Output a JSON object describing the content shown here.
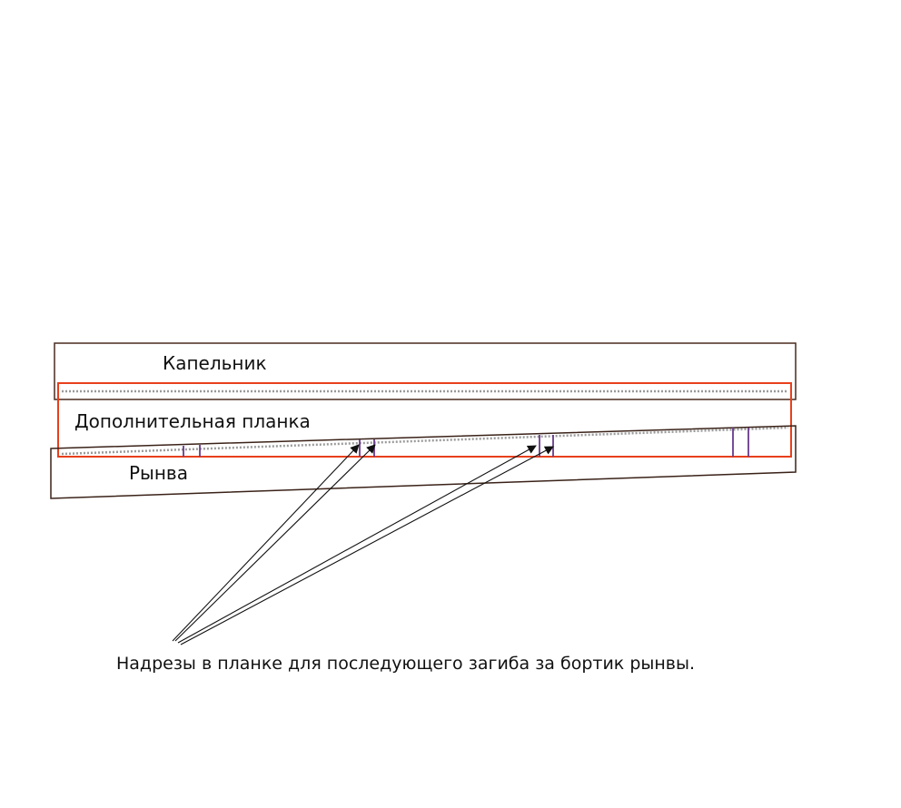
{
  "labels": {
    "drip_edge": "Капельник",
    "extra_strip": "Дополнительная планка",
    "gutter": "Рынва",
    "caption": "Надрезы в планке для последующего загиба за бортик рынвы."
  },
  "colors": {
    "drip_edge_outline": "#4a2a1e",
    "strip_outline": "#e8401c",
    "gutter_outline": "#3a2218",
    "cut_marks": "#6a3a8a",
    "arrows": "#111111",
    "dotted_texture": "#9a9a9a"
  }
}
